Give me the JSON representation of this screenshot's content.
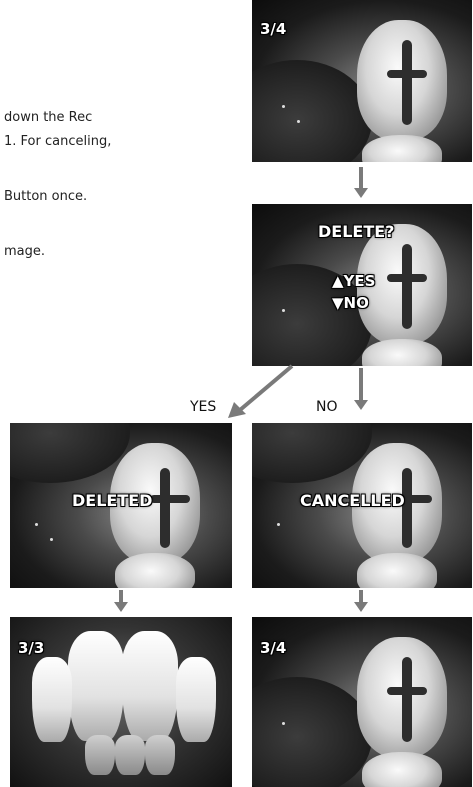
{
  "instructions": {
    "lines": [
      "down the Rec",
      "1. For canceling,",
      "Button once.",
      "mage."
    ]
  },
  "panels": {
    "top": {
      "counter": "3/4"
    },
    "confirm": {
      "question": "DELETE?",
      "yes_option": "▲YES",
      "no_option": "▼NO"
    },
    "deleted": {
      "message": "DELETED"
    },
    "cancelled": {
      "message": "CANCELLED"
    },
    "after_delete": {
      "counter": "3/3"
    },
    "after_cancel": {
      "counter": "3/4"
    }
  },
  "branches": {
    "yes_label": "YES",
    "no_label": "NO"
  },
  "colors": {
    "arrow": "#7a7a7a",
    "overlay_text": "#ffffff"
  }
}
